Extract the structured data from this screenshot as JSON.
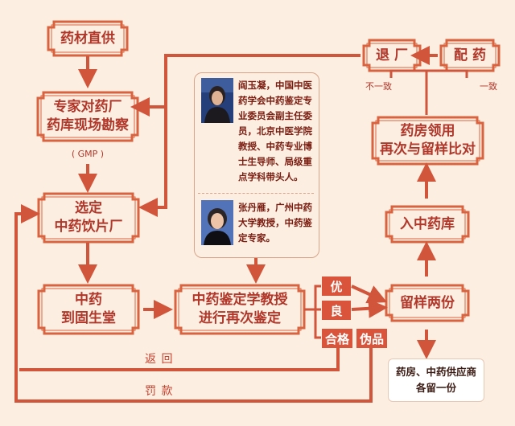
{
  "colors": {
    "background": "#fcefe2",
    "frame": "#d9633f",
    "arrow": "#d0553a",
    "text": "#b0372a",
    "tag_bg": "#d9543a",
    "panel_border": "#e7c8b3"
  },
  "nodes": {
    "supply": "药材直供",
    "inspect": "专家对药厂\n药库现场勘察",
    "gmp": "( GMP )",
    "select": "选定\n中药饮片厂",
    "arrive": "中药\n到固生堂",
    "reappraise": "中药鉴定学教授\n进行再次鉴定",
    "return_factory": "退  厂",
    "distribute": "配  药",
    "compare": "药房领用\n再次与留样比对",
    "warehouse": "入中药库",
    "retain": "留样两份",
    "outcome": "药房、中药供应商\n各留一份"
  },
  "grades": {
    "excellent": "优",
    "good": "良",
    "pass": "合格",
    "fake": "伪品"
  },
  "labels": {
    "mismatch": "不一致",
    "match": "一致",
    "return_label": "返  回",
    "penalty_label": "罚  款"
  },
  "experts": [
    {
      "text": "阎玉凝，中国中医药学会中药鉴定专业委员会副主任委员，北京中医学院教授、中药专业博士生导师、局级重点学科带头人。",
      "photo_icon": "portrait-photo"
    },
    {
      "text": "张丹雁，广州中药大学教授，中药鉴定专家。",
      "photo_icon": "portrait-photo"
    }
  ]
}
